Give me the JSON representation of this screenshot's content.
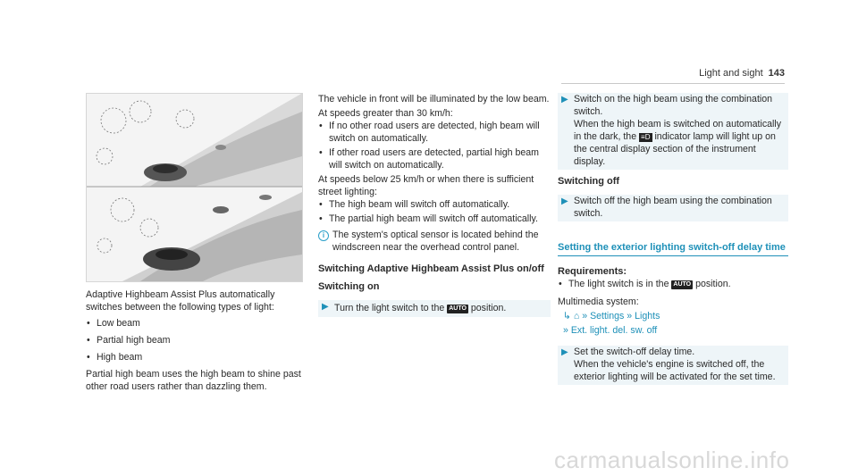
{
  "header": {
    "section": "Light and sight",
    "page": "143"
  },
  "col1": {
    "intro": "Adaptive Highbeam Assist Plus automatically switches between the following types of light:",
    "light_types": [
      "Low beam",
      "Partial high beam",
      "High beam"
    ],
    "partial": "Partial high beam uses the high beam to shine past other road users rather than dazzling them."
  },
  "col2": {
    "p1": "The vehicle in front will be illuminated by the low beam.",
    "p2": "At speeds greater than 30 km/h:",
    "b1": [
      "If no other road users are detected, high beam will switch on automatically.",
      "If other road users are detected, partial high beam will switch on automatically."
    ],
    "p3": "At speeds below 25 km/h or when there is sufficient street lighting:",
    "b2": [
      "The high beam will switch off automatically.",
      "The partial high beam will switch off automatically."
    ],
    "info": "The system's optical sensor is located behind the windscreen near the overhead control panel.",
    "h1": "Switching Adaptive Highbeam Assist Plus on/off",
    "h2": "Switching on",
    "step_pre": "Turn the light switch to the",
    "step_key": "AUTO",
    "step_post": "position."
  },
  "col3": {
    "step1_a": "Switch on the high beam using the combination switch.",
    "step1_b": "When the high beam is switched on automatically in the dark, the",
    "step1_c": "indicator lamp will light up on the central display section of the instrument display.",
    "off_heading": "Switching off",
    "step2": "Switch off the high beam using the combination switch.",
    "section_title": "Setting the exterior lighting switch-off delay time",
    "req_heading": "Requirements:",
    "req_pre": "The light switch is in the",
    "req_key": "AUTO",
    "req_post": "position.",
    "multimedia": "Multimedia system:",
    "path1": [
      "Settings",
      "Lights"
    ],
    "path2": "Ext. light. del. sw. off",
    "step3_a": "Set the switch-off delay time.",
    "step3_b": "When the vehicle's engine is switched off, the exterior lighting will be activated for the set time."
  },
  "watermark": "carmanualsonline.info",
  "colors": {
    "accent": "#1e90b8",
    "step_bg": "#eef5f8"
  },
  "icons": {
    "home": "home-icon",
    "arrow": "double-chevron-icon",
    "step": "triangle-right-icon",
    "info": "info-icon",
    "lamp": "high-beam-icon"
  }
}
